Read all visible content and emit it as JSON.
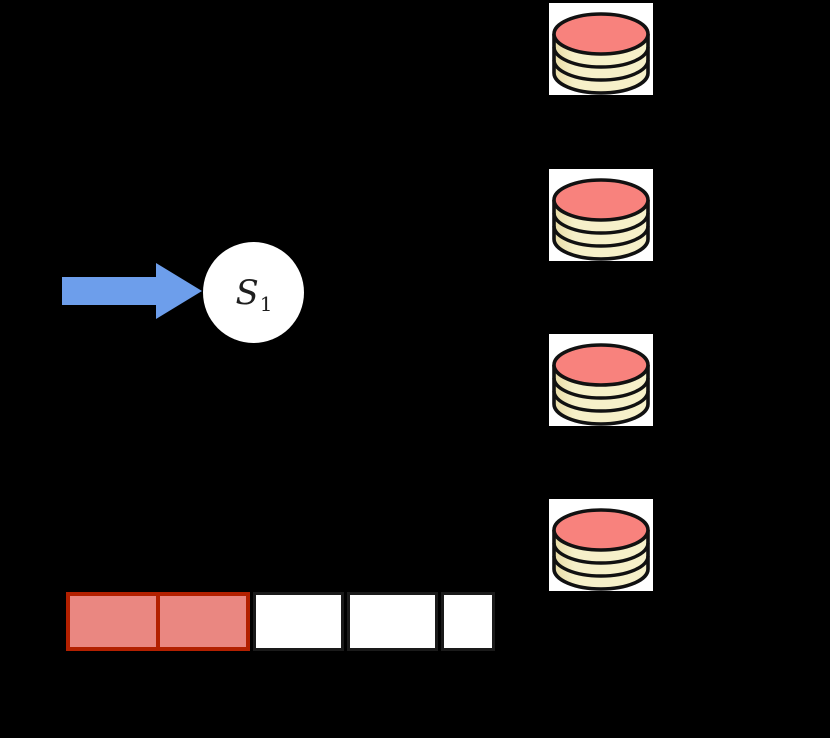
{
  "colors": {
    "background": "#000000",
    "arrow_blue": "#6d9eeb",
    "node_fill": "#ffffff",
    "node_text": "#1f1f1f",
    "outline": "#111111",
    "disk_top": "#f8827d",
    "disk_body": "#f6f0c9",
    "disk_shade": "#e9dca6",
    "disk_bg": "#ffffff",
    "cell_occupied_fill": "#ea8781",
    "cell_occupied_border": "#b32000",
    "cell_empty_fill": "#ffffff",
    "cell_empty_border": "#1a1a1a"
  },
  "server": {
    "label": "S",
    "subscript": "1"
  },
  "databases": {
    "count": 4
  },
  "buffer": {
    "occupied_count": 2,
    "empty_count": 3,
    "cells": [
      {
        "state": "occupied",
        "width": 92
      },
      {
        "state": "occupied",
        "width": 92
      },
      {
        "state": "empty",
        "width": 91
      },
      {
        "state": "empty",
        "width": 91
      },
      {
        "state": "empty",
        "width": 54
      }
    ]
  }
}
